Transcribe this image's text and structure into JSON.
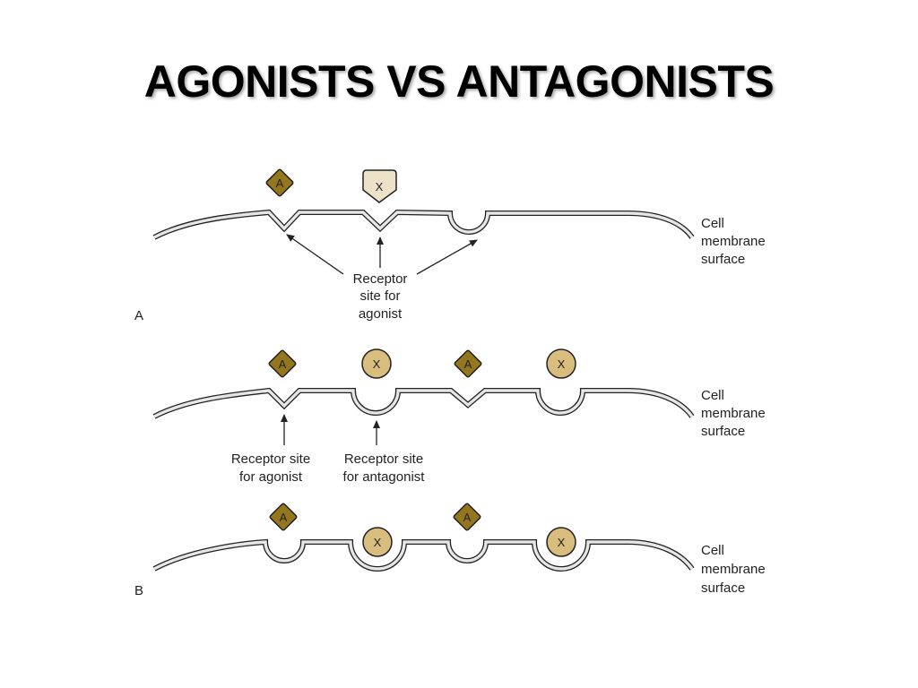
{
  "title": "AGONISTS VS ANTAGONISTS",
  "colors": {
    "agonist_fill": "#93761e",
    "antagonist_fill": "#d8bd7e",
    "unbound_antagonist_fill": "#ece2c8",
    "membrane_fill": "#e6e6e6",
    "outline": "#222222"
  },
  "panel_a": {
    "label": "A",
    "membrane_label": [
      "Cell",
      "membrane",
      "surface"
    ],
    "receptor_label": [
      "Receptor",
      "site for",
      "agonist"
    ],
    "ligands": [
      "A",
      "X"
    ]
  },
  "panel_b1": {
    "membrane_label": [
      "Cell",
      "membrane",
      "surface"
    ],
    "agonist_site_label": [
      "Receptor site",
      "for agonist"
    ],
    "antagonist_site_label": [
      "Receptor site",
      "for antagonist"
    ],
    "ligands": [
      "A",
      "X",
      "A",
      "X"
    ]
  },
  "panel_b2": {
    "label": "B",
    "membrane_label": [
      "Cell",
      "membrane",
      "surface"
    ],
    "ligands": [
      "A",
      "X",
      "A",
      "X"
    ]
  }
}
